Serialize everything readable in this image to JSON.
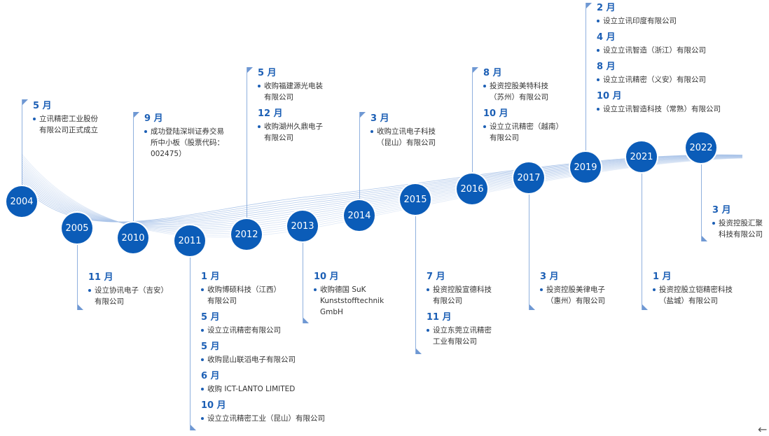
{
  "accent_color": "#0b5cb8",
  "years": [
    {
      "year": "2004",
      "events": [
        {
          "month": "5 月",
          "items": [
            "立讯精密工业股份\n有限公司正式成立"
          ]
        }
      ]
    },
    {
      "year": "2005",
      "events": [
        {
          "month": "11 月",
          "items": [
            "设立协讯电子（吉安）\n有限公司"
          ]
        }
      ]
    },
    {
      "year": "2010",
      "events": [
        {
          "month": "9 月",
          "items": [
            "成功登陆深圳证券交易\n所中小板（股票代码：\n002475）"
          ]
        }
      ]
    },
    {
      "year": "2011",
      "events": [
        {
          "month": "1 月",
          "items": [
            "收购博硕科技（江西）\n有限公司"
          ]
        },
        {
          "month": "5 月",
          "items": [
            "设立立讯精密有限公司"
          ]
        },
        {
          "month": "5 月",
          "items": [
            "收购昆山联滔电子有限公司"
          ]
        },
        {
          "month": "6 月",
          "items": [
            "收购 ICT-LANTO LIMITED"
          ]
        },
        {
          "month": "10 月",
          "items": [
            "设立立讯精密工业（昆山）有限公司"
          ]
        }
      ]
    },
    {
      "year": "2012",
      "events": [
        {
          "month": "5 月",
          "items": [
            "收购福建源光电装\n有限公司"
          ]
        },
        {
          "month": "12 月",
          "items": [
            "收购湖州久鼎电子\n有限公司"
          ]
        }
      ]
    },
    {
      "year": "2013",
      "events": [
        {
          "month": "10 月",
          "items": [
            "收购德国 SuK\nKunststofftechnik\nGmbH"
          ]
        }
      ]
    },
    {
      "year": "2014",
      "events": [
        {
          "month": "3 月",
          "items": [
            "收购立讯电子科技\n（昆山）有限公司"
          ]
        }
      ]
    },
    {
      "year": "2015",
      "events": [
        {
          "month": "7 月",
          "items": [
            "投资控股宣德科技\n有限公司"
          ]
        },
        {
          "month": "11 月",
          "items": [
            "设立东莞立讯精密\n工业有限公司"
          ]
        }
      ]
    },
    {
      "year": "2016",
      "events": [
        {
          "month": "8 月",
          "items": [
            "投资控股美特科技\n（苏州）有限公司"
          ]
        },
        {
          "month": "10 月",
          "items": [
            "设立立讯精密（越南）\n有限公司"
          ]
        }
      ]
    },
    {
      "year": "2017",
      "events": [
        {
          "month": "3 月",
          "items": [
            "投资控股美律电子\n（惠州）有限公司"
          ]
        }
      ]
    },
    {
      "year": "2019",
      "events": [
        {
          "month": "2 月",
          "items": [
            "设立立讯印度有限公司"
          ]
        },
        {
          "month": "4 月",
          "items": [
            "设立立讯智造（浙江）有限公司"
          ]
        },
        {
          "month": "8 月",
          "items": [
            "设立立讯精密（义安）有限公司"
          ]
        },
        {
          "month": "10 月",
          "items": [
            "设立立讯智造科技（常熟）有限公司"
          ]
        }
      ]
    },
    {
      "year": "2021",
      "events": [
        {
          "month": "1 月",
          "items": [
            "投资控股立铠精密科技\n（盐城）有限公司"
          ]
        }
      ]
    },
    {
      "year": "2022",
      "events": [
        {
          "month": "3 月",
          "items": [
            "投资控股汇聚\n科技有限公司"
          ]
        }
      ]
    }
  ],
  "back_icon": "arrow-left-icon"
}
